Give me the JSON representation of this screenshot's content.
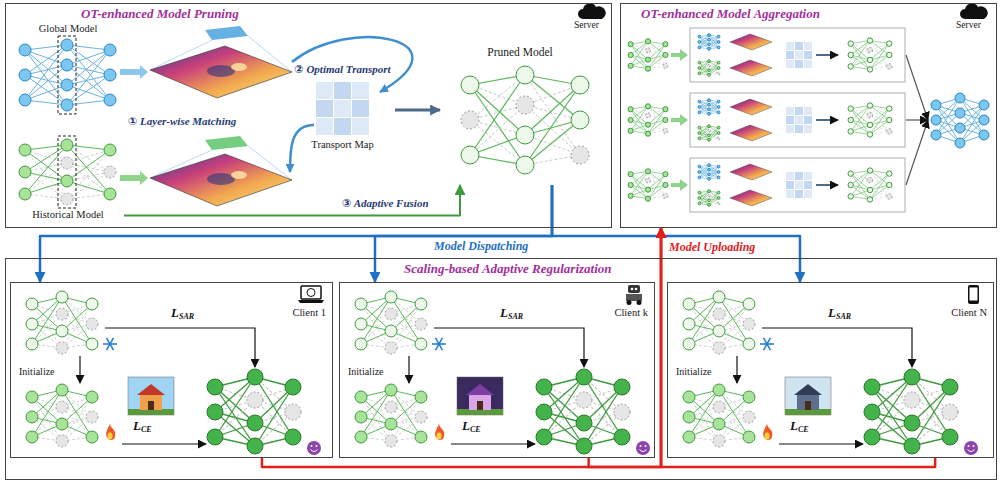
{
  "diagram": {
    "nodes": [
      {
        "text": [
          "OT-enhanced Model Pruning"
        ]
      },
      {
        "text": [
          "Global Model"
        ],
        "in": 0
      },
      {
        "text": [
          "Historical Model"
        ],
        "in": 0
      },
      {
        "text": [
          "② Optimal Transport",
          "Transport Map"
        ],
        "in": 0
      },
      {
        "text": [
          "Pruned Model"
        ],
        "in": 0
      },
      {
        "text": [
          "OT-enhanced Model Aggregation"
        ]
      },
      {
        "text": [
          "Scaling-based Adaptive Regularization"
        ]
      },
      {
        "text": [
          "Client 1",
          "Initialize",
          "LSAR",
          "LCE"
        ],
        "in": 6
      },
      {
        "text": [
          "Client k",
          "Initialize",
          "LSAR",
          "LCE"
        ],
        "in": 6
      },
      {
        "text": [
          "Client N",
          "Initialize",
          "LSAR",
          "LCE"
        ],
        "in": 6
      }
    ],
    "edges": [
      {
        "from": 3,
        "to": 4,
        "arrow": "to"
      },
      {
        "from": 2,
        "to": 4,
        "label": "③ Adaptive Fusion",
        "arrow": "to"
      },
      {
        "from": 4,
        "to": 7,
        "label": "Model Dispatching",
        "arrow": "to"
      },
      {
        "from": 4,
        "to": 8,
        "arrow": "to"
      },
      {
        "from": 4,
        "to": 9,
        "arrow": "to"
      },
      {
        "from": 7,
        "to": 5,
        "label": "Model Uploading",
        "arrow": "to"
      },
      {
        "from": 8,
        "to": 5,
        "arrow": "to"
      },
      {
        "from": 9,
        "to": 5,
        "arrow": "to"
      }
    ],
    "labels": [
      "Server",
      "① Layer-wise Matching",
      "Server"
    ]
  }
}
